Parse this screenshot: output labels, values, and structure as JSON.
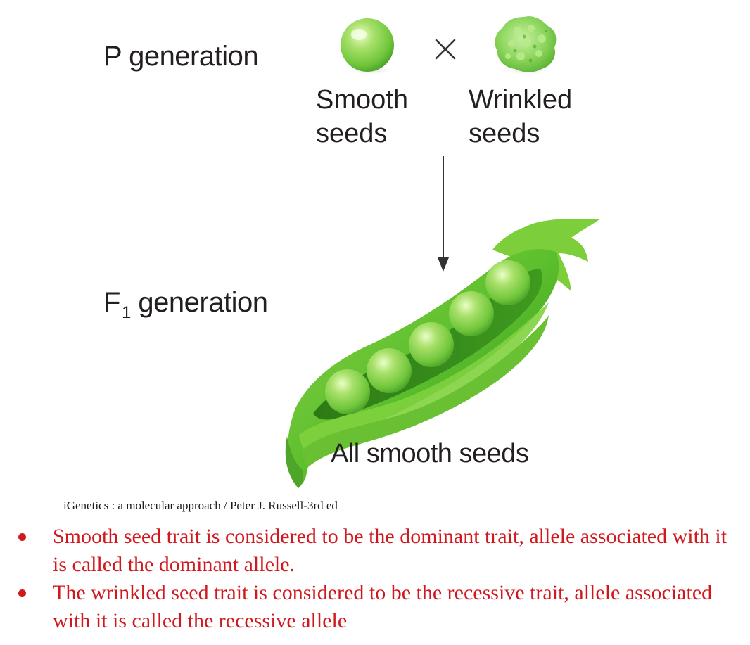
{
  "diagram": {
    "p_generation_label": "P generation",
    "cross_symbol": "×",
    "parent_left": {
      "line1": "Smooth",
      "line2": "seeds",
      "icon": "smooth-pea-icon"
    },
    "parent_right": {
      "line1": "Wrinkled",
      "line2": "seeds",
      "icon": "wrinkled-pea-icon"
    },
    "f1_label_prefix": "F",
    "f1_label_subscript": "1",
    "f1_label_suffix": " generation",
    "result_label": "All smooth seeds",
    "pea_count": 5,
    "colors": {
      "pea_light": "#a8e06a",
      "pea_mid": "#6fc63a",
      "pod_dark": "#3f9a1f",
      "text": "#231f20"
    }
  },
  "citation": "iGenetics : a molecular approach / Peter J. Russell-3rd ed",
  "bullets": [
    "Smooth seed trait is considered to be the dominant trait,  allele associated with it is called the dominant allele.",
    "The wrinkled seed trait is considered to be the recessive trait, allele associated with it is called the recessive allele"
  ],
  "bullet_color": "#d0191f"
}
